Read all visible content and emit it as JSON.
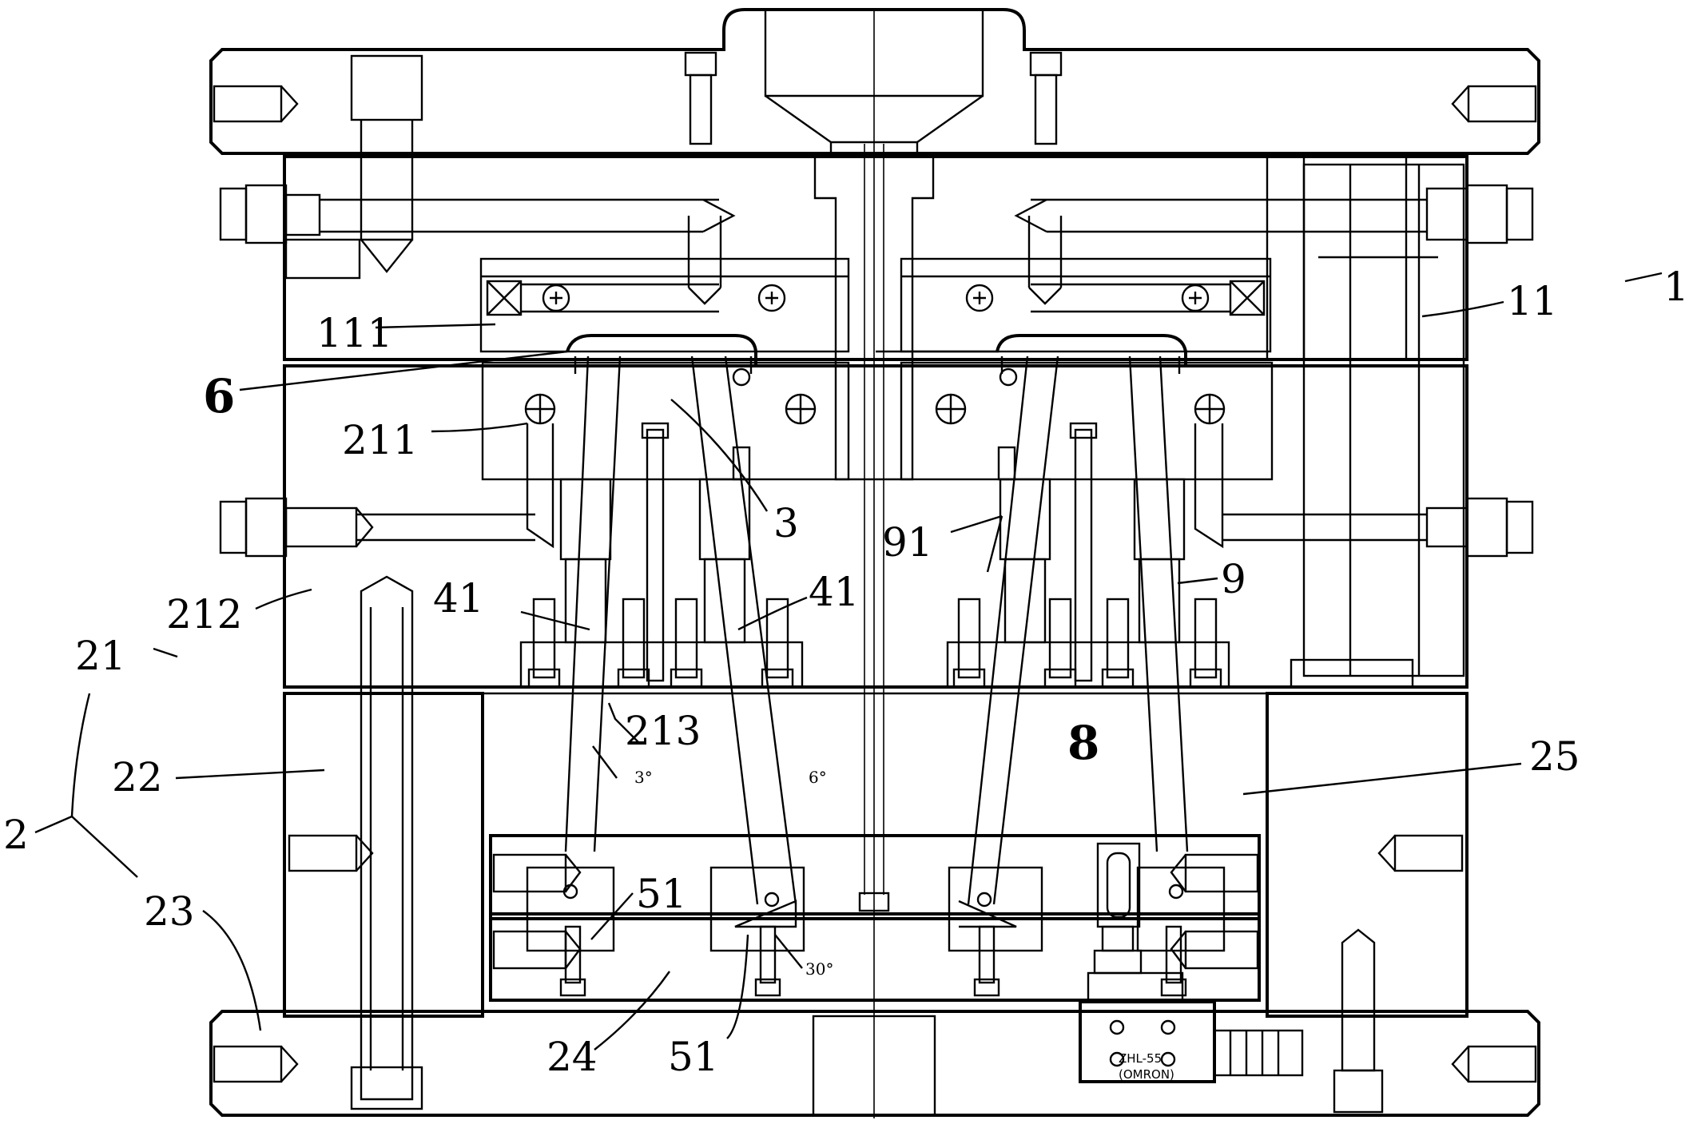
{
  "labels": {
    "l1": "1",
    "l11": "11",
    "l111": "111",
    "l6": "6",
    "l211": "211",
    "l3": "3",
    "l91": "91",
    "l9": "9",
    "l41a": "41",
    "l41b": "41",
    "l212": "212",
    "l21": "21",
    "l213": "213",
    "l8": "8",
    "l22": "22",
    "l25": "25",
    "l2": "2",
    "l23": "23",
    "l51a": "51",
    "l51b": "51",
    "l24": "24"
  },
  "angles": {
    "a3": "3°",
    "a6": "6°",
    "a30": "30°"
  },
  "switch": {
    "model": "ZHL-55",
    "brand": "(OMRON)"
  }
}
